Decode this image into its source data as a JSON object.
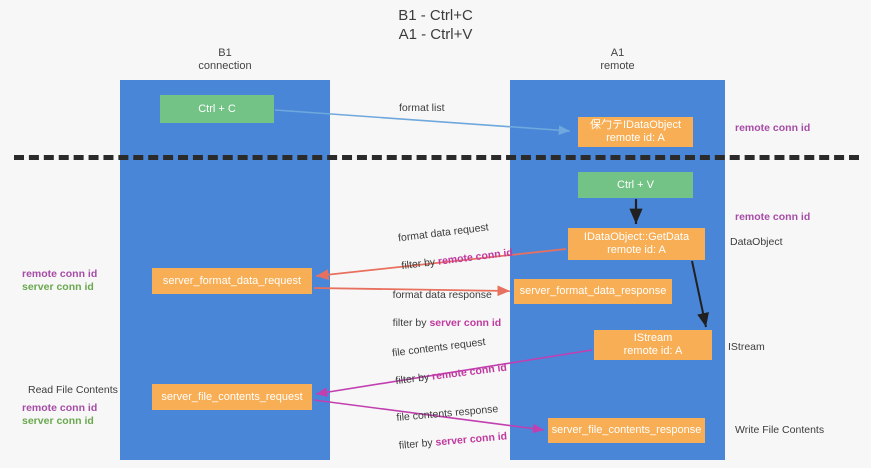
{
  "title": "B1 - Ctrl+C\nA1 - Ctrl+V",
  "lanes": {
    "left": {
      "name": "B1\nconnection"
    },
    "right": {
      "name": "A1\nremote"
    }
  },
  "nodes": {
    "ctrl_c": "Ctrl + C",
    "idataobject": "保⼓テIDataObject\nremote id: A",
    "ctrl_v": "Ctrl + V",
    "getdata": "IDataObject::GetData\nremote id: A",
    "server_format_data_request": "server_format_data_request",
    "server_format_data_response": "server_format_data_response",
    "istream": "IStream\nremote id: A",
    "server_file_contents_request": "server_file_contents_request",
    "server_file_contents_response": "server_file_contents_response"
  },
  "edges": {
    "format_list": "format list",
    "format_data_request": "format data request",
    "format_data_request_filter_prefix": "filter by ",
    "format_data_request_filter_key": "remote conn id",
    "format_data_response": "format data response",
    "format_data_response_filter_prefix": "filter by ",
    "format_data_response_filter_key": "server conn id",
    "file_contents_request": "file contents request",
    "file_contents_request_filter_prefix": "filter by ",
    "file_contents_request_filter_key": "remote conn id",
    "file_contents_response": "file contents response",
    "file_contents_response_filter_prefix": "filter by ",
    "file_contents_response_filter_key": "server conn id"
  },
  "annotations": {
    "remote_conn_id_top": "remote conn id",
    "remote_conn_id_mid": "remote conn id",
    "dataobject": "DataObject",
    "istream": "IStream",
    "write_file_contents": "Write File Contents",
    "read_file_contents": "Read File Contents",
    "left_remote_conn_id_1": "remote conn id",
    "left_server_conn_id_1": "server conn id",
    "left_remote_conn_id_2": "remote conn id",
    "left_server_conn_id_2": "server conn id"
  },
  "colors": {
    "lane": "#4a86d8",
    "node_green": "#72c385",
    "node_orange": "#f8ae54",
    "accent_purple": "#a64ca6",
    "accent_green": "#6aa84f",
    "accent_magenta": "#c0399f",
    "arrow_blue": "#6fa8dc",
    "arrow_red": "#e8705f",
    "arrow_magenta": "#c23fb0",
    "arrow_black": "#202020",
    "background": "#f7f7f7"
  }
}
